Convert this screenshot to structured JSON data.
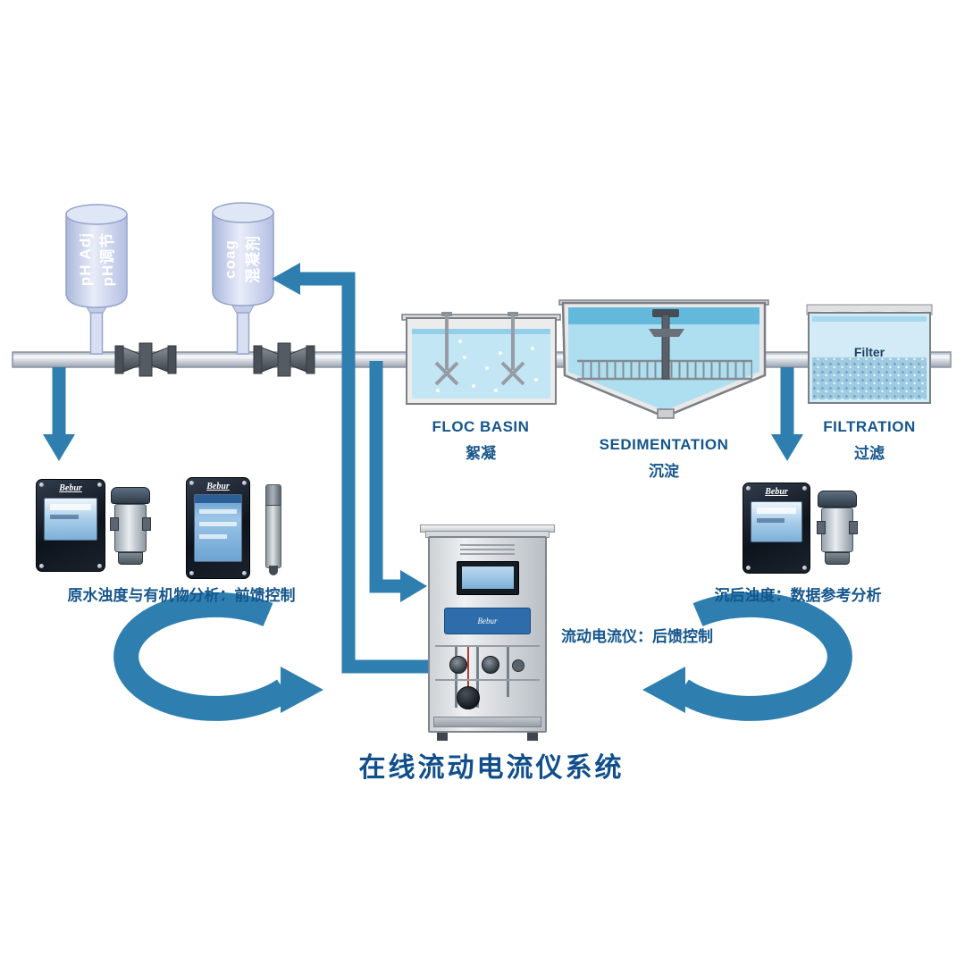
{
  "title": "在线流动电流仪系统",
  "brand": "Bebur",
  "tanks": {
    "ph": {
      "en": "pH Adj",
      "zh": "pH调节"
    },
    "coag": {
      "en": "coag",
      "zh": "混凝剂"
    }
  },
  "stages": {
    "floc": {
      "en": "FLOC BASIN",
      "zh": "絮凝"
    },
    "sed": {
      "en": "SEDIMENTATION",
      "zh": "沉淀"
    },
    "filt": {
      "en": "FILTRATION",
      "zh": "过滤"
    }
  },
  "filter_label": "Filter",
  "captions": {
    "left": "原水浊度与有机物分析：前馈控制",
    "right": "沉后浊度：数据参考分析",
    "cabinet": "流动电流仪：后馈控制"
  },
  "colors": {
    "arrow_blue": "#2E7FB0",
    "label_blue": "#15568D",
    "title_blue": "#114F8C",
    "water_light": "#C3E6F5",
    "water_dark": "#62B9DC",
    "tank_fill": "#CCD7EE",
    "panel_dark": "#10151C"
  }
}
